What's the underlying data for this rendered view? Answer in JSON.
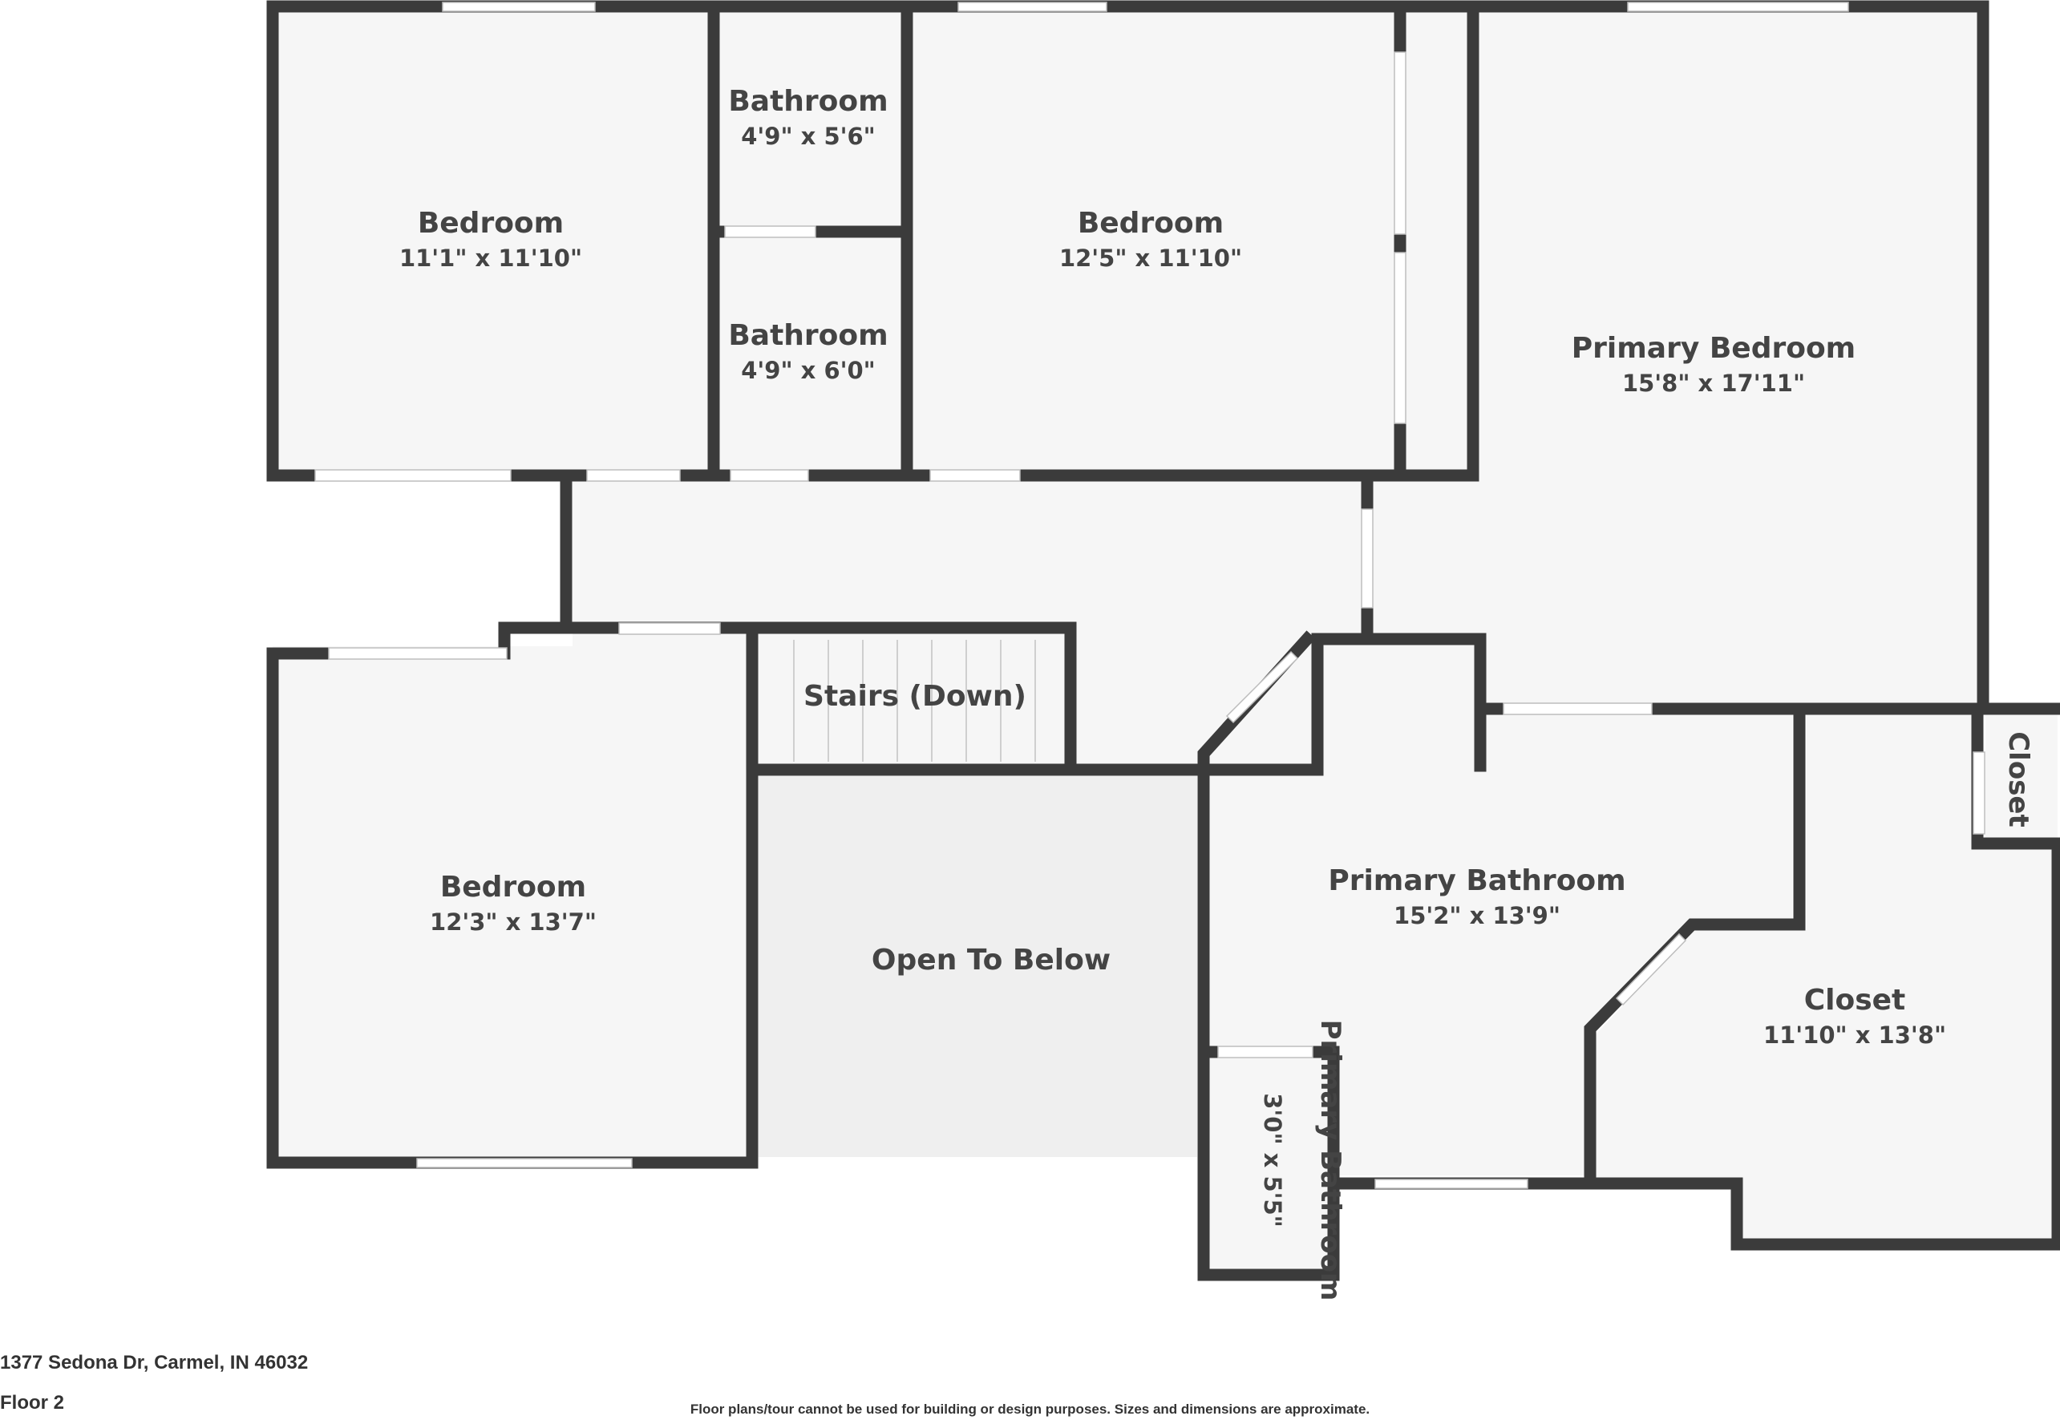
{
  "rooms": [
    {
      "id": "bedroom-1",
      "name": "Bedroom",
      "dims": "11'1\" x 11'10\""
    },
    {
      "id": "bathroom-1",
      "name": "Bathroom",
      "dims": "4'9\" x 5'6\""
    },
    {
      "id": "bathroom-2",
      "name": "Bathroom",
      "dims": "4'9\" x 6'0\""
    },
    {
      "id": "bedroom-2",
      "name": "Bedroom",
      "dims": "12'5\" x 11'10\""
    },
    {
      "id": "primary-bedroom",
      "name": "Primary Bedroom",
      "dims": "15'8\" x 17'11\""
    },
    {
      "id": "stairs",
      "name": "Stairs (Down)",
      "dims": ""
    },
    {
      "id": "bedroom-3",
      "name": "Bedroom",
      "dims": "12'3\" x 13'7\""
    },
    {
      "id": "open-to-below",
      "name": "Open To Below",
      "dims": ""
    },
    {
      "id": "primary-bathroom",
      "name": "Primary Bathroom",
      "dims": "15'2\" x 13'9\""
    },
    {
      "id": "closet-small",
      "name": "Closet",
      "dims": ""
    },
    {
      "id": "closet-large",
      "name": "Closet",
      "dims": "11'10\" x 13'8\""
    },
    {
      "id": "primary-bathroom-small",
      "name": "Primary Bathroom",
      "dims": "3'0\" x 5'5\""
    }
  ],
  "footer": {
    "address": "1377 Sedona Dr, Carmel, IN 46032",
    "floor": "Floor 2",
    "disclaimer": "Floor plans/tour cannot be used for building or design purposes. Sizes and dimensions are approximate."
  },
  "colors": {
    "wall": "#3b3b3b",
    "floor": "#f6f6f6",
    "open_to_below": "#efefef",
    "text": "#444444"
  }
}
